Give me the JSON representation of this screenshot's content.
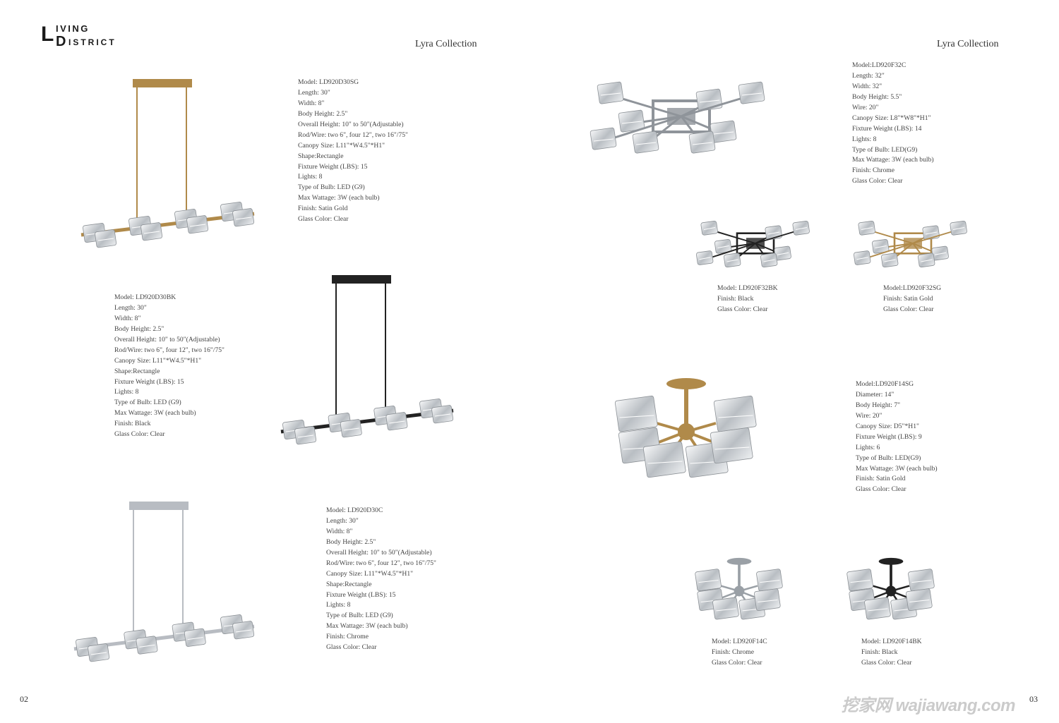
{
  "brand": {
    "logo_text": "LIVING DISTRICT",
    "line1": "IVING",
    "line2": "ISTRICT",
    "initials": "LD"
  },
  "pages": [
    {
      "header": "Lyra Collection",
      "page_number": "02"
    },
    {
      "header": "Lyra Collection",
      "page_number": "03"
    }
  ],
  "products": {
    "d30sg": [
      "Model: LD920D30SG",
      "Length: 30\"",
      "Width: 8\"",
      "Body Height: 2.5\"",
      "Overall Height: 10\" to 50\"(Adjustable)",
      "Rod/Wire: two 6\", four 12\", two 16\"/75\"",
      "Canopy Size: L11\"*W4.5\"*H1\"",
      "Shape:Rectangle",
      "Fixture Weight (LBS): 15",
      "Lights: 8",
      "Type of Bulb: LED (G9)",
      "Max Wattage: 3W (each bulb)",
      "Finish: Satin Gold",
      "Glass  Color: Clear"
    ],
    "d30bk": [
      "Model: LD920D30BK",
      "Length: 30\"",
      "Width: 8\"",
      "Body Height: 2.5\"",
      "Overall Height: 10\" to 50\"(Adjustable)",
      "Rod/Wire: two 6\", four 12\", two 16\"/75\"",
      "Canopy Size: L11\"*W4.5\"*H1\"",
      "Shape:Rectangle",
      "Fixture Weight (LBS): 15",
      "Lights: 8",
      "Type of Bulb: LED (G9)",
      "Max Wattage: 3W (each bulb)",
      "Finish: Black",
      "Glass  Color: Clear"
    ],
    "d30c": [
      "Model: LD920D30C",
      "Length: 30\"",
      "Width: 8\"",
      "Body Height: 2.5\"",
      "Overall Height: 10\" to 50\"(Adjustable)",
      "Rod/Wire: two 6\", four 12\", two 16\"/75\"",
      "Canopy Size: L11\"*W4.5\"*H1\"",
      "Shape:Rectangle",
      "Fixture Weight (LBS): 15",
      "Lights: 8",
      "Type of Bulb: LED (G9)",
      "Max Wattage: 3W (each bulb)",
      "Finish: Chrome",
      "Glass  Color: Clear"
    ],
    "f32c": [
      "Model:LD920F32C",
      "Length: 32\"",
      "Width: 32\"",
      "Body Height: 5.5\"",
      "Wire: 20\"",
      "Canopy Size: L8\"*W8\"*H1\"",
      "Fixture Weight (LBS): 14",
      "Lights: 8",
      "Type of Bulb: LED(G9)",
      "Max Wattage: 3W (each bulb)",
      "Finish: Chrome",
      "Glass  Color: Clear"
    ],
    "f32bk": [
      "Model: LD920F32BK",
      "Finish: Black",
      "Glass  Color: Clear"
    ],
    "f32sg": [
      "Model:LD920F32SG",
      "Finish: Satin Gold",
      "Glass  Color: Clear"
    ],
    "f14sg": [
      "Model:LD920F14SG",
      "Diameter: 14\"",
      "Body Height: 7\"",
      "Wire: 20\"",
      "Canopy Size: D5\"*H1\"",
      "Fixture Weight (LBS): 9",
      "Lights: 6",
      "Type of Bulb: LED(G9)",
      "Max Wattage: 3W (each bulb)",
      "Finish: Satin Gold",
      "Glass  Color: Clear"
    ],
    "f14c": [
      "Model: LD920F14C",
      "Finish: Chrome",
      "Glass  Color: Clear"
    ],
    "f14bk": [
      "Model: LD920F14BK",
      "Finish: Black",
      "Glass  Color: Clear"
    ]
  },
  "watermark": "挖家网 wajiawang.com",
  "colors": {
    "gold": "#b08a4a",
    "black": "#222222",
    "chrome": "#b8bcc2",
    "glass": "#dfe3e6"
  }
}
